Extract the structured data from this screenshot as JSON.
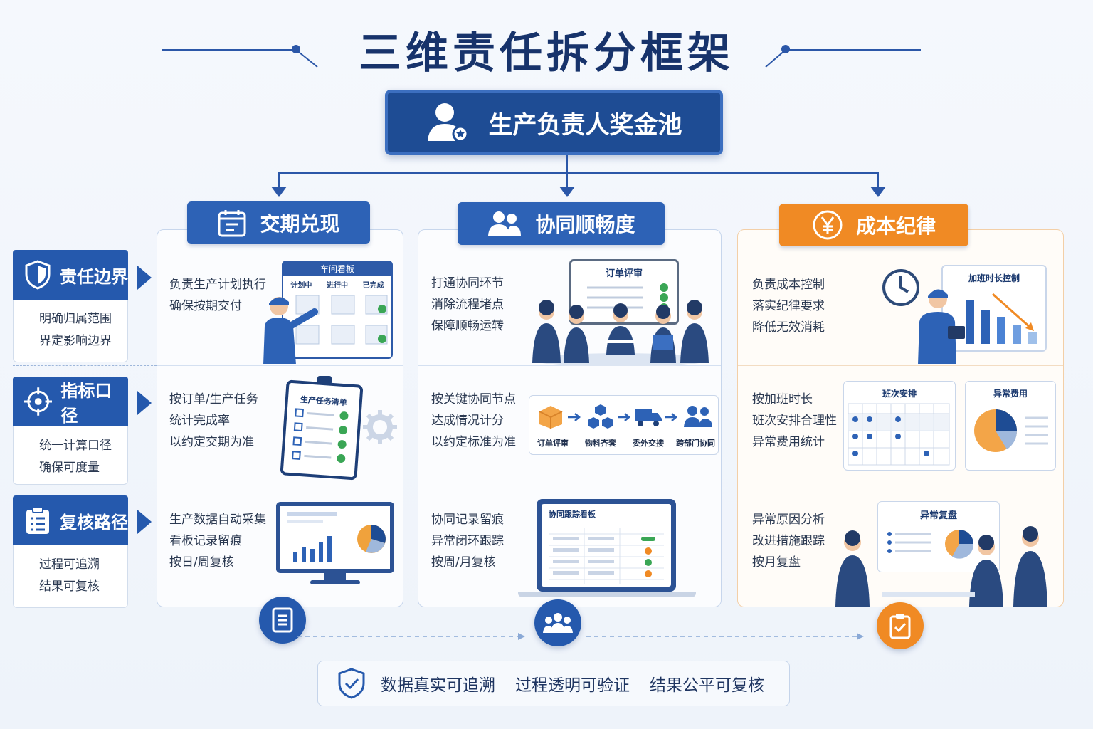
{
  "title": "三维责任拆分框架",
  "root": {
    "label": "生产负责人奖金池"
  },
  "columns": [
    {
      "label": "交期兑现",
      "icon": "calendar-icon"
    },
    {
      "label": "协同顺畅度",
      "icon": "team-icon"
    },
    {
      "label": "成本纪律",
      "icon": "yen-icon"
    }
  ],
  "rows": [
    {
      "label": "责任边界",
      "icon": "shield-icon",
      "desc": [
        "明确归属范围",
        "界定影响边界"
      ]
    },
    {
      "label": "指标口径",
      "icon": "target-icon",
      "desc": [
        "统一计算口径",
        "确保可度量"
      ]
    },
    {
      "label": "复核路径",
      "icon": "checklist-icon",
      "desc": [
        "过程可追溯",
        "结果可复核"
      ]
    }
  ],
  "cells": {
    "delivery_boundary": [
      "负责生产计划执行",
      "确保按期交付"
    ],
    "delivery_metric": [
      "按订单/生产任务",
      "统计完成率",
      "以约定交期为准"
    ],
    "delivery_review": [
      "生产数据自动采集",
      "看板记录留痕",
      "按日/周复核"
    ],
    "collab_boundary": [
      "打通协同环节",
      "消除流程堵点",
      "保障顺畅运转"
    ],
    "collab_metric": [
      "按关键协同节点",
      "达成情况计分",
      "以约定标准为准"
    ],
    "collab_review": [
      "协同记录留痕",
      "异常闭环跟踪",
      "按周/月复核"
    ],
    "cost_boundary": [
      "负责成本控制",
      "落实纪律要求",
      "降低无效消耗"
    ],
    "cost_metric": [
      "按加班时长",
      "班次安排合理性",
      "异常费用统计"
    ],
    "cost_review": [
      "异常原因分析",
      "改进措施跟踪",
      "按月复盘"
    ]
  },
  "illustrations": {
    "workshop_board": {
      "title": "车间看板",
      "columns": [
        "计划中",
        "进行中",
        "已完成"
      ]
    },
    "task_list": {
      "title": "生产任务清单"
    },
    "order_review": {
      "title": "订单评审"
    },
    "flow_steps": [
      "订单评审",
      "物料齐套",
      "委外交接",
      "跨部门协同"
    ],
    "tracking_board": {
      "title": "协同跟踪看板"
    },
    "overtime": {
      "title": "加班时长控制"
    },
    "shift": {
      "title": "班次安排"
    },
    "abnormal_cost": {
      "title": "异常费用"
    },
    "abnormal_review": {
      "title": "异常复盘"
    }
  },
  "footer": {
    "items": [
      "数据真实可追溯",
      "过程透明可验证",
      "结果公平可复核"
    ]
  },
  "colors": {
    "navy": "#1e4c94",
    "blue": "#2d62b6",
    "orange": "#f08a24",
    "green": "#3aa655"
  }
}
